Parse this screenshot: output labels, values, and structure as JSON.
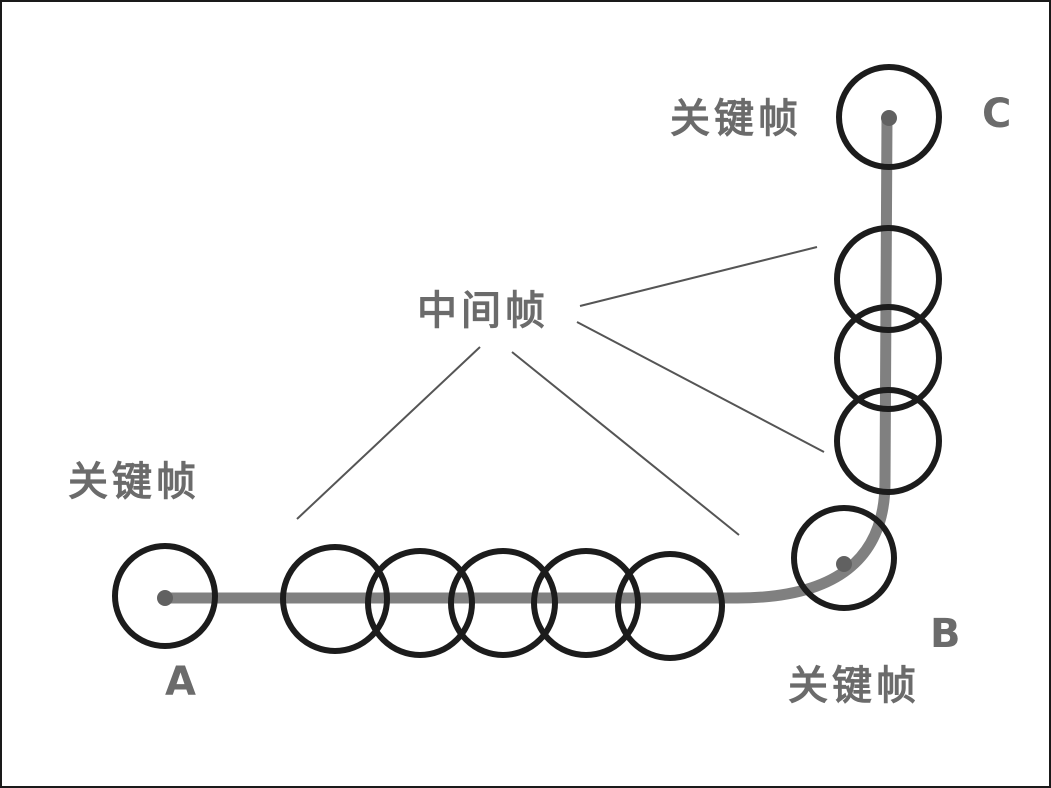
{
  "labels": {
    "keyframe_a": "关键帧",
    "keyframe_b": "关键帧",
    "keyframe_c": "关键帧",
    "inbetween": "中间帧",
    "point_a": "A",
    "point_b": "B",
    "point_c": "C"
  },
  "colors": {
    "path": "#808080",
    "ring": "#1c1c1c",
    "dot": "#616161",
    "label": "#6b6b6b",
    "leader": "#555555"
  }
}
